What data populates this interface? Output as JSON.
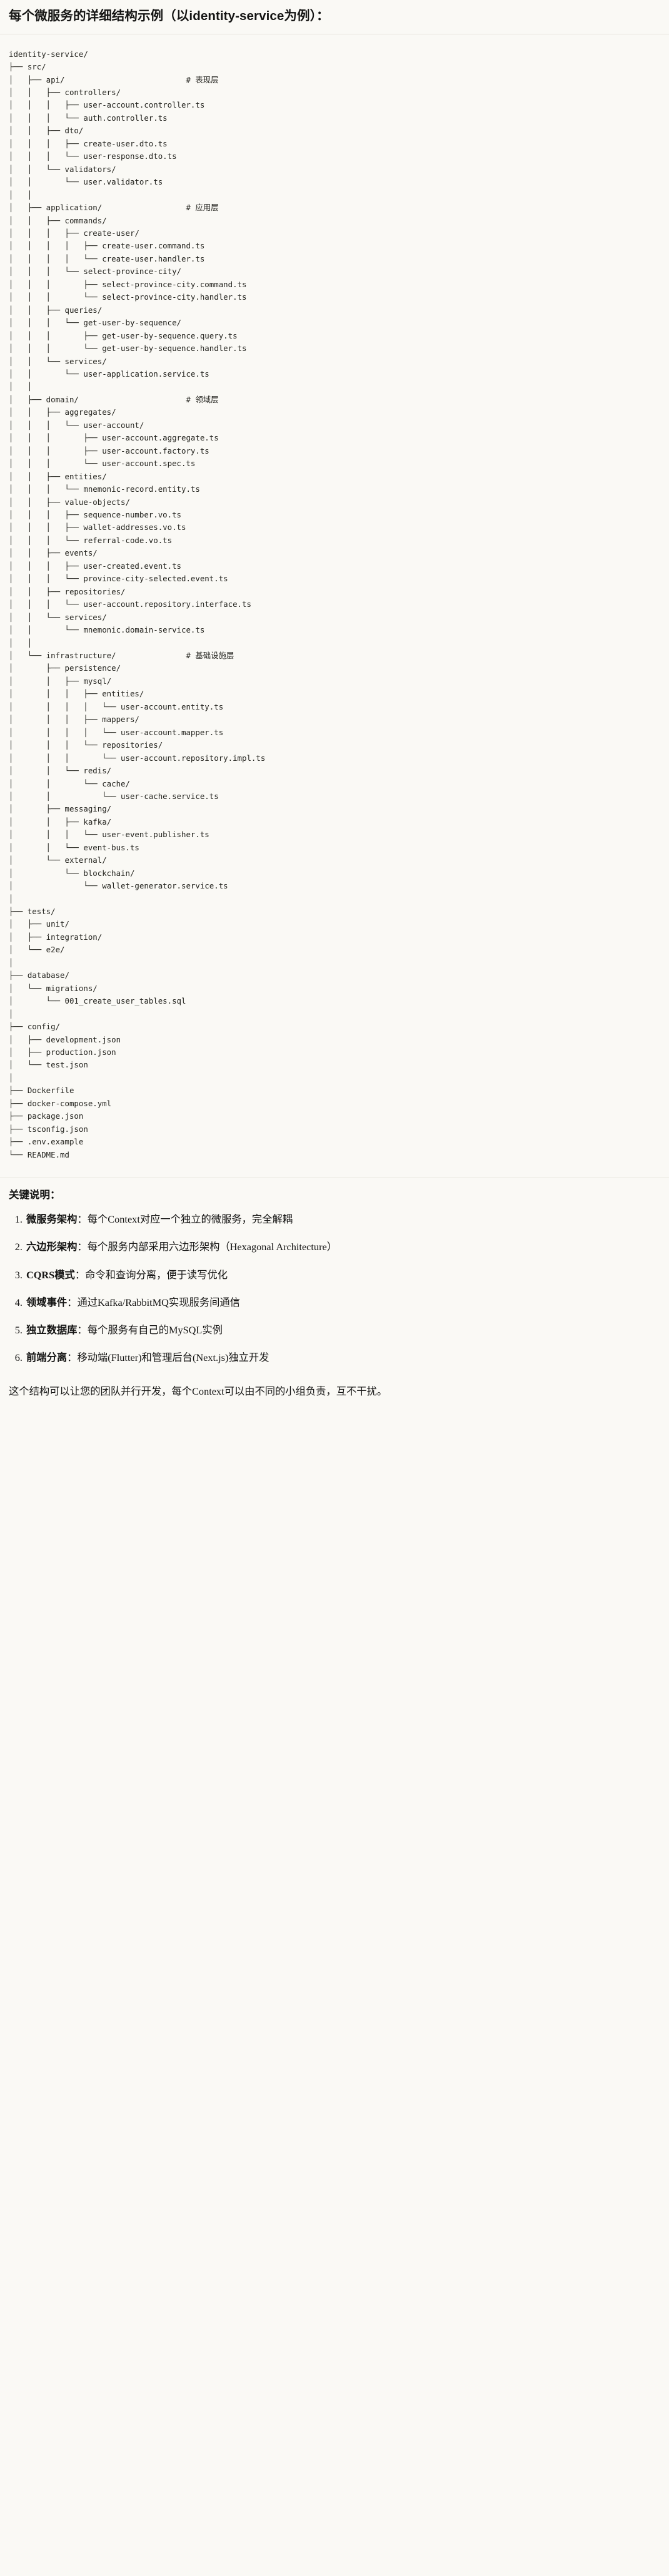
{
  "heading": "每个微服务的详细结构示例（以identity-service为例）：",
  "tree": {
    "root_label": "identity-service/",
    "lines": [
      {
        "text": "identity-service/",
        "comment": ""
      },
      {
        "text": "├── src/",
        "comment": ""
      },
      {
        "text": "│   ├── api/",
        "comment": "# 表现层"
      },
      {
        "text": "│   │   ├── controllers/",
        "comment": ""
      },
      {
        "text": "│   │   │   ├── user-account.controller.ts",
        "comment": ""
      },
      {
        "text": "│   │   │   └── auth.controller.ts",
        "comment": ""
      },
      {
        "text": "│   │   ├── dto/",
        "comment": ""
      },
      {
        "text": "│   │   │   ├── create-user.dto.ts",
        "comment": ""
      },
      {
        "text": "│   │   │   └── user-response.dto.ts",
        "comment": ""
      },
      {
        "text": "│   │   └── validators/",
        "comment": ""
      },
      {
        "text": "│   │       └── user.validator.ts",
        "comment": ""
      },
      {
        "text": "│   │",
        "comment": ""
      },
      {
        "text": "│   ├── application/",
        "comment": "# 应用层"
      },
      {
        "text": "│   │   ├── commands/",
        "comment": ""
      },
      {
        "text": "│   │   │   ├── create-user/",
        "comment": ""
      },
      {
        "text": "│   │   │   │   ├── create-user.command.ts",
        "comment": ""
      },
      {
        "text": "│   │   │   │   └── create-user.handler.ts",
        "comment": ""
      },
      {
        "text": "│   │   │   └── select-province-city/",
        "comment": ""
      },
      {
        "text": "│   │   │       ├── select-province-city.command.ts",
        "comment": ""
      },
      {
        "text": "│   │   │       └── select-province-city.handler.ts",
        "comment": ""
      },
      {
        "text": "│   │   ├── queries/",
        "comment": ""
      },
      {
        "text": "│   │   │   └── get-user-by-sequence/",
        "comment": ""
      },
      {
        "text": "│   │   │       ├── get-user-by-sequence.query.ts",
        "comment": ""
      },
      {
        "text": "│   │   │       └── get-user-by-sequence.handler.ts",
        "comment": ""
      },
      {
        "text": "│   │   └── services/",
        "comment": ""
      },
      {
        "text": "│   │       └── user-application.service.ts",
        "comment": ""
      },
      {
        "text": "│   │",
        "comment": ""
      },
      {
        "text": "│   ├── domain/",
        "comment": "# 领域层"
      },
      {
        "text": "│   │   ├── aggregates/",
        "comment": ""
      },
      {
        "text": "│   │   │   └── user-account/",
        "comment": ""
      },
      {
        "text": "│   │   │       ├── user-account.aggregate.ts",
        "comment": ""
      },
      {
        "text": "│   │   │       ├── user-account.factory.ts",
        "comment": ""
      },
      {
        "text": "│   │   │       └── user-account.spec.ts",
        "comment": ""
      },
      {
        "text": "│   │   ├── entities/",
        "comment": ""
      },
      {
        "text": "│   │   │   └── mnemonic-record.entity.ts",
        "comment": ""
      },
      {
        "text": "│   │   ├── value-objects/",
        "comment": ""
      },
      {
        "text": "│   │   │   ├── sequence-number.vo.ts",
        "comment": ""
      },
      {
        "text": "│   │   │   ├── wallet-addresses.vo.ts",
        "comment": ""
      },
      {
        "text": "│   │   │   └── referral-code.vo.ts",
        "comment": ""
      },
      {
        "text": "│   │   ├── events/",
        "comment": ""
      },
      {
        "text": "│   │   │   ├── user-created.event.ts",
        "comment": ""
      },
      {
        "text": "│   │   │   └── province-city-selected.event.ts",
        "comment": ""
      },
      {
        "text": "│   │   ├── repositories/",
        "comment": ""
      },
      {
        "text": "│   │   │   └── user-account.repository.interface.ts",
        "comment": ""
      },
      {
        "text": "│   │   └── services/",
        "comment": ""
      },
      {
        "text": "│   │       └── mnemonic.domain-service.ts",
        "comment": ""
      },
      {
        "text": "│   │",
        "comment": ""
      },
      {
        "text": "│   └── infrastructure/",
        "comment": "# 基础设施层"
      },
      {
        "text": "│       ├── persistence/",
        "comment": ""
      },
      {
        "text": "│       │   ├── mysql/",
        "comment": ""
      },
      {
        "text": "│       │   │   ├── entities/",
        "comment": ""
      },
      {
        "text": "│       │   │   │   └── user-account.entity.ts",
        "comment": ""
      },
      {
        "text": "│       │   │   ├── mappers/",
        "comment": ""
      },
      {
        "text": "│       │   │   │   └── user-account.mapper.ts",
        "comment": ""
      },
      {
        "text": "│       │   │   └── repositories/",
        "comment": ""
      },
      {
        "text": "│       │   │       └── user-account.repository.impl.ts",
        "comment": ""
      },
      {
        "text": "│       │   └── redis/",
        "comment": ""
      },
      {
        "text": "│       │       └── cache/",
        "comment": ""
      },
      {
        "text": "│       │           └── user-cache.service.ts",
        "comment": ""
      },
      {
        "text": "│       ├── messaging/",
        "comment": ""
      },
      {
        "text": "│       │   ├── kafka/",
        "comment": ""
      },
      {
        "text": "│       │   │   └── user-event.publisher.ts",
        "comment": ""
      },
      {
        "text": "│       │   └── event-bus.ts",
        "comment": ""
      },
      {
        "text": "│       └── external/",
        "comment": ""
      },
      {
        "text": "│           └── blockchain/",
        "comment": ""
      },
      {
        "text": "│               └── wallet-generator.service.ts",
        "comment": ""
      },
      {
        "text": "│",
        "comment": ""
      },
      {
        "text": "├── tests/",
        "comment": ""
      },
      {
        "text": "│   ├── unit/",
        "comment": ""
      },
      {
        "text": "│   ├── integration/",
        "comment": ""
      },
      {
        "text": "│   └── e2e/",
        "comment": ""
      },
      {
        "text": "│",
        "comment": ""
      },
      {
        "text": "├── database/",
        "comment": ""
      },
      {
        "text": "│   └── migrations/",
        "comment": ""
      },
      {
        "text": "│       └── 001_create_user_tables.sql",
        "comment": ""
      },
      {
        "text": "│",
        "comment": ""
      },
      {
        "text": "├── config/",
        "comment": ""
      },
      {
        "text": "│   ├── development.json",
        "comment": ""
      },
      {
        "text": "│   ├── production.json",
        "comment": ""
      },
      {
        "text": "│   └── test.json",
        "comment": ""
      },
      {
        "text": "│",
        "comment": ""
      },
      {
        "text": "├── Dockerfile",
        "comment": ""
      },
      {
        "text": "├── docker-compose.yml",
        "comment": ""
      },
      {
        "text": "├── package.json",
        "comment": ""
      },
      {
        "text": "├── tsconfig.json",
        "comment": ""
      },
      {
        "text": "├── .env.example",
        "comment": ""
      },
      {
        "text": "└── README.md",
        "comment": ""
      }
    ],
    "comment_column": 38,
    "comments": [
      "# 表现层",
      "# 应用层",
      "# 领域层",
      "# 基础设施层"
    ]
  },
  "notes": {
    "title": "关键说明：",
    "items": [
      {
        "term": "微服务架构",
        "separator": "：",
        "body": "每个Context对应一个独立的微服务，完全解耦"
      },
      {
        "term": "六边形架构",
        "separator": "：",
        "body": "每个服务内部采用六边形架构（Hexagonal Architecture）"
      },
      {
        "term": "CQRS模式",
        "separator": "：",
        "body": "命令和查询分离，便于读写优化"
      },
      {
        "term": "领域事件",
        "separator": "：",
        "body": "通过Kafka/RabbitMQ实现服务间通信"
      },
      {
        "term": "独立数据库",
        "separator": "：",
        "body": "每个服务有自己的MySQL实例"
      },
      {
        "term": "前端分离",
        "separator": "：",
        "body": "移动端(Flutter)和管理后台(Next.js)独立开发"
      }
    ],
    "closing": "这个结构可以让您的团队并行开发，每个Context可以由不同的小组负责，互不干扰。"
  },
  "colors": {
    "background": "#faf9f5",
    "text": "#141413",
    "code_text": "#24241f",
    "rule": "#e6e4dd"
  }
}
